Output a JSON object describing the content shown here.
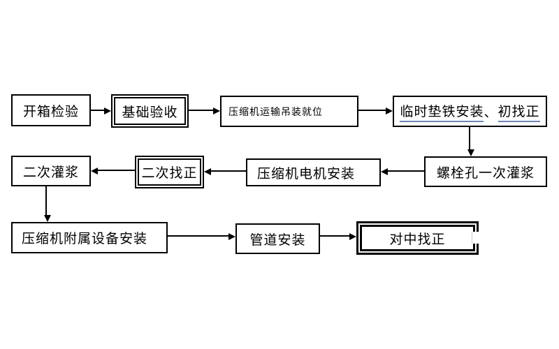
{
  "page": {
    "background_color": "#ffffff",
    "line_color": "#000000",
    "underline_color": "#6d85b5"
  },
  "flowchart": {
    "nodes": [
      {
        "id": "open-box-inspection",
        "label": "开箱检验",
        "border": "single"
      },
      {
        "id": "foundation-acceptance",
        "label": "基础验收",
        "border": "double"
      },
      {
        "id": "compressor-transport",
        "label": "压缩机运输吊装就位",
        "border": "single"
      },
      {
        "id": "temporary-shim-install",
        "label_part1": "临时垫铁安装",
        "separator": "、",
        "label_part2": "初找正",
        "border": "single",
        "underline_color": "#6d85b5"
      },
      {
        "id": "bolt-hole-first-grouting",
        "label": "螺栓孔一次灌浆",
        "border": "single"
      },
      {
        "id": "compressor-motor-install",
        "label": "压缩机电机安装",
        "border": "single"
      },
      {
        "id": "secondary-alignment",
        "label": "二次找正",
        "border": "double"
      },
      {
        "id": "secondary-grouting",
        "label": "二次灌浆",
        "border": "single"
      },
      {
        "id": "auxiliary-equipment-install",
        "label": "压缩机附属设备安装",
        "border": "single"
      },
      {
        "id": "piping-install",
        "label": "管道安装",
        "border": "single"
      },
      {
        "id": "center-alignment",
        "label": "对中找正",
        "border": "double-bold"
      }
    ],
    "edges": [
      {
        "from": "open-box-inspection",
        "to": "foundation-acceptance",
        "direction": "right"
      },
      {
        "from": "foundation-acceptance",
        "to": "compressor-transport",
        "direction": "right"
      },
      {
        "from": "compressor-transport",
        "to": "temporary-shim-install",
        "direction": "right"
      },
      {
        "from": "temporary-shim-install",
        "to": "bolt-hole-first-grouting",
        "direction": "down"
      },
      {
        "from": "bolt-hole-first-grouting",
        "to": "compressor-motor-install",
        "direction": "left"
      },
      {
        "from": "compressor-motor-install",
        "to": "secondary-alignment",
        "direction": "left"
      },
      {
        "from": "secondary-alignment",
        "to": "secondary-grouting",
        "direction": "left"
      },
      {
        "from": "secondary-grouting",
        "to": "auxiliary-equipment-install",
        "direction": "down"
      },
      {
        "from": "auxiliary-equipment-install",
        "to": "piping-install",
        "direction": "right"
      },
      {
        "from": "piping-install",
        "to": "center-alignment",
        "direction": "right"
      }
    ]
  }
}
